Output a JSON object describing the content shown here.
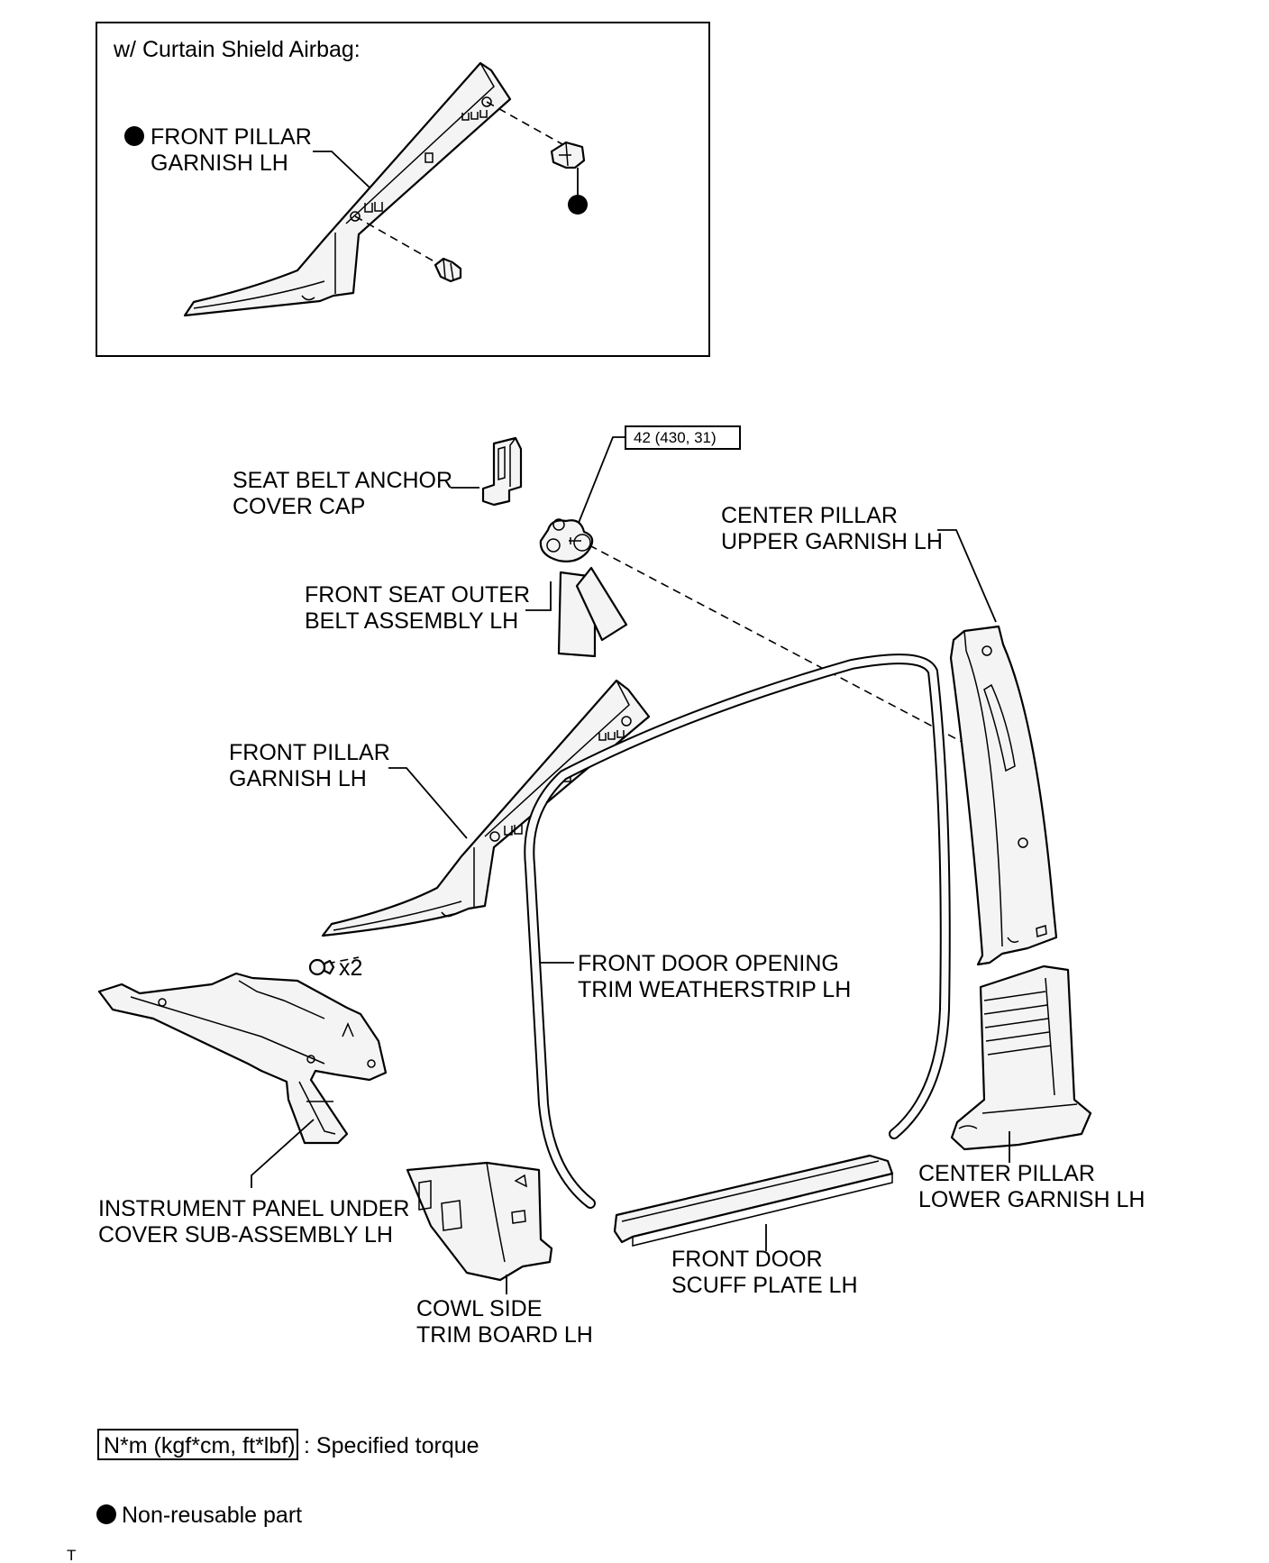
{
  "inset": {
    "title": "w/ Curtain Shield Airbag:",
    "garnish_label_1": "FRONT PILLAR",
    "garnish_label_2": "GARNISH LH"
  },
  "labels": {
    "torque_value": "42 (430, 31)",
    "seat_belt_cap_1": "SEAT BELT ANCHOR",
    "seat_belt_cap_2": "COVER CAP",
    "center_upper_1": "CENTER PILLAR",
    "center_upper_2": "UPPER GARNISH LH",
    "belt_assembly_1": "FRONT SEAT OUTER",
    "belt_assembly_2": "BELT ASSEMBLY LH",
    "front_pillar_1": "FRONT PILLAR",
    "front_pillar_2": "GARNISH LH",
    "clip_qty": "x2",
    "weatherstrip_1": "FRONT DOOR OPENING",
    "weatherstrip_2": "TRIM WEATHERSTRIP LH",
    "center_lower_1": "CENTER PILLAR",
    "center_lower_2": "LOWER GARNISH LH",
    "ip_under_1": "INSTRUMENT PANEL UNDER",
    "ip_under_2": "COVER SUB-ASSEMBLY LH",
    "scuff_1": "FRONT DOOR",
    "scuff_2": "SCUFF PLATE LH",
    "cowl_1": "COWL SIDE",
    "cowl_2": "TRIM BOARD LH"
  },
  "legend": {
    "torque_unit": "N*m (kgf*cm, ft*lbf)",
    "torque_desc": ": Specified torque",
    "nonreusable_desc": "Non-reusable part"
  },
  "footer": {
    "code": "T"
  }
}
